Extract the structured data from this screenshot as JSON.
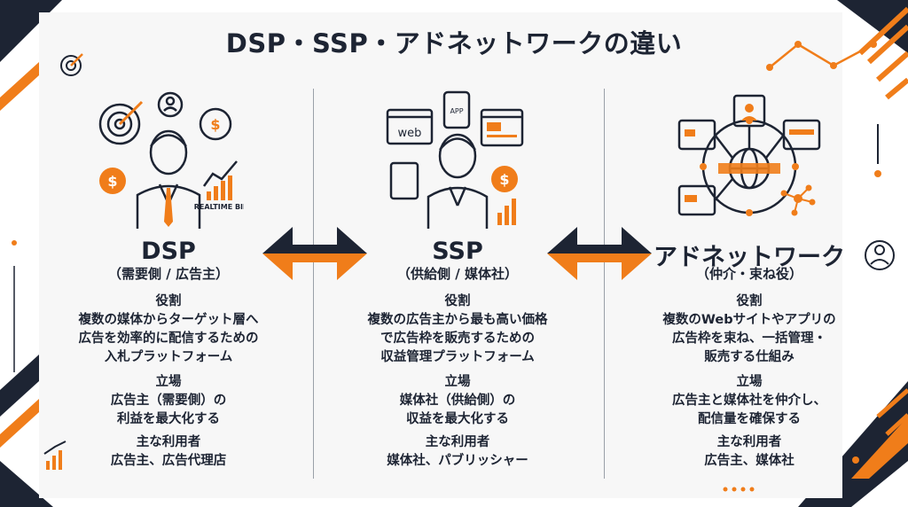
{
  "title": "DSP・SSP・アドネットワークの違い",
  "columns": [
    {
      "name": "DSP",
      "subtitle": "（需要側 / 広告主）",
      "illustration_label": "REALTIME BIDD",
      "role_heading": "役割",
      "role_lines": [
        "複数の媒体からターゲット層へ",
        "広告を効率的に配信するための",
        "入札プラットフォーム"
      ],
      "stance_heading": "立場",
      "stance_lines": [
        "広告主（需要側）の",
        "利益を最大化する"
      ],
      "users_heading": "主な利用者",
      "users_line": "広告主、広告代理店"
    },
    {
      "name": "SSP",
      "subtitle": "（供給側 / 媒体社）",
      "illustration_labels": [
        "APP",
        "web"
      ],
      "role_heading": "役割",
      "role_lines": [
        "複数の広告主から最も高い価格",
        "で広告枠を販売するための",
        "収益管理プラットフォーム"
      ],
      "stance_heading": "立場",
      "stance_lines": [
        "媒体社（供給側）の",
        "収益を最大化する"
      ],
      "users_heading": "主な利用者",
      "users_line": "媒体社、パブリッシャー"
    },
    {
      "name": "アドネットワーク",
      "subtitle": "（仲介・束ね役）",
      "role_heading": "役割",
      "role_lines": [
        "複数のWebサイトやアプリの",
        "広告枠を束ね、一括管理・",
        "販売する仕組み"
      ],
      "stance_heading": "立場",
      "stance_lines": [
        "広告主と媒体社を仲介し、",
        "配信量を確保する"
      ],
      "users_heading": "主な利用者",
      "users_line": "広告主、媒体社"
    }
  ],
  "colors": {
    "navy": "#1d2433",
    "orange": "#f07d1a",
    "panel": "#f7f7f7"
  }
}
